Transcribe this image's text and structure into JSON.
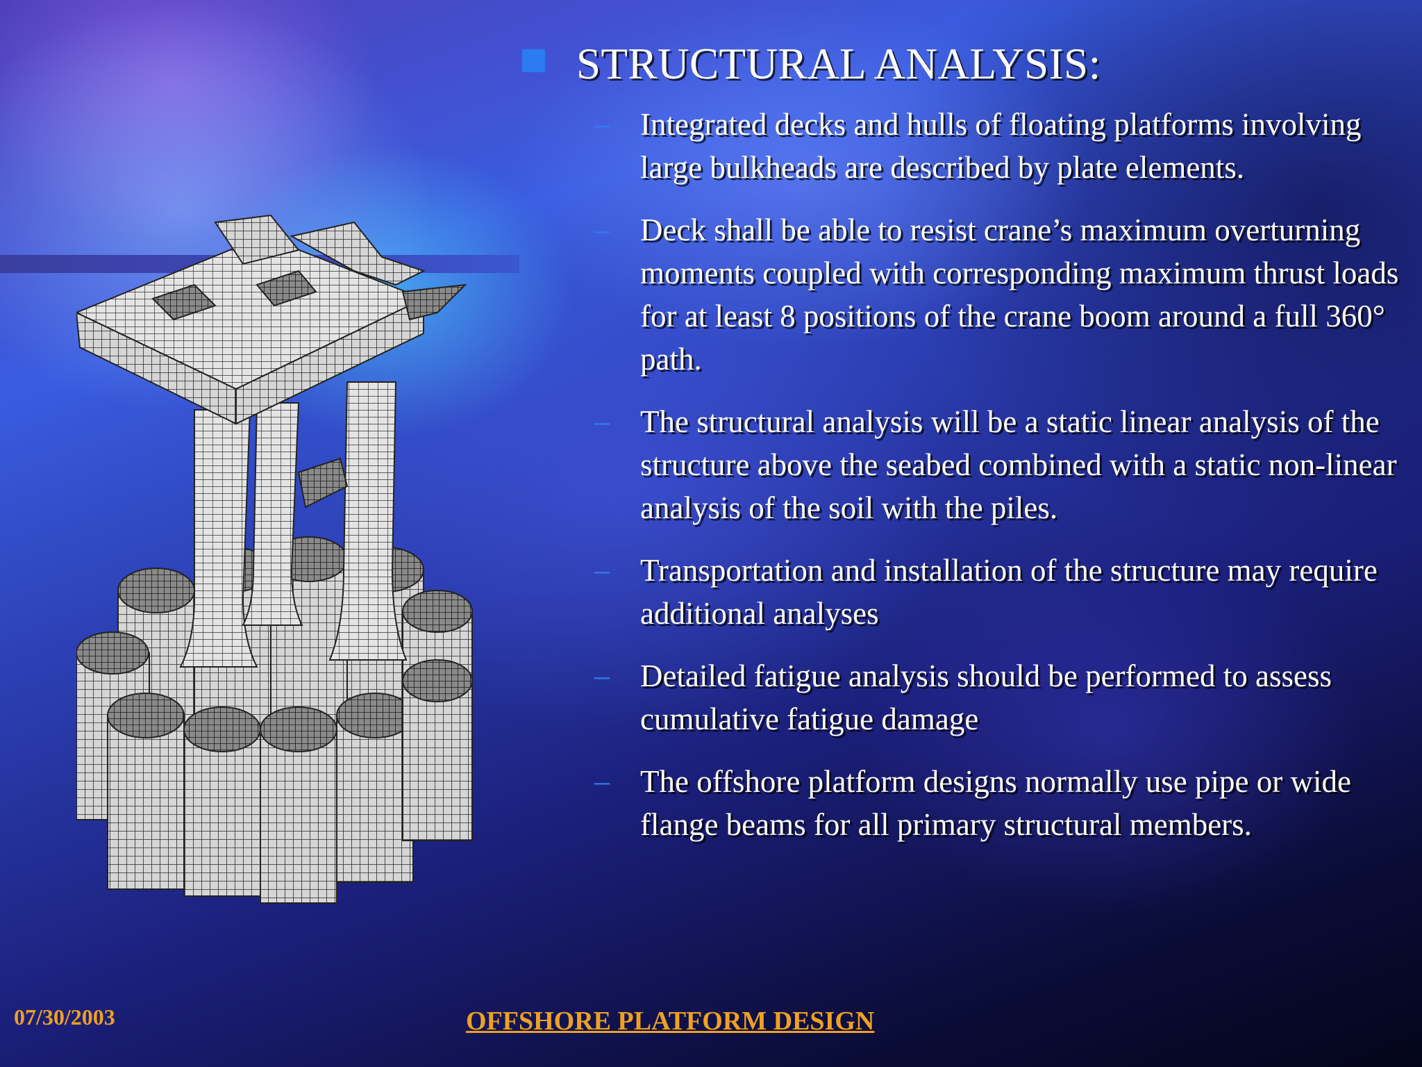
{
  "slide": {
    "title": "STRUCTURAL ANALYSIS:",
    "bullets": [
      "Integrated decks and hulls of floating platforms involving large bulkheads are described by plate elements.",
      "Deck shall be able to resist crane’s maximum overturning moments coupled with corresponding maximum thrust loads for at least 8 positions of the crane boom around a full 360° path.",
      "The structural analysis will be a static linear analysis of the structure above the seabed combined with a static non-linear analysis of the soil with the piles.",
      "Transportation and installation of the structure may require additional analyses",
      "Detailed fatigue analysis should be performed to assess cumulative fatigue damage",
      "The offshore platform designs normally use pipe or wide flange beams for all primary structural members."
    ],
    "bullet_marker": "–"
  },
  "footer": {
    "date": "07/30/2003",
    "title": "OFFSHORE PLATFORM DESIGN"
  },
  "colors": {
    "accent_blue": "#2a7cf2",
    "footer_orange": "#f0a020"
  }
}
